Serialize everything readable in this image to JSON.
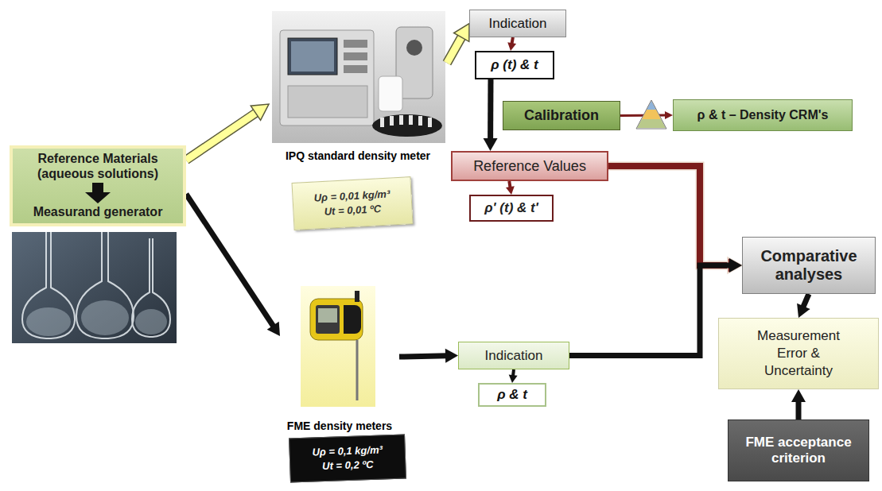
{
  "diagram": {
    "nodes": [
      {
        "text": [
          "Reference Materials (aqueous solutions)",
          "Measurand generator"
        ]
      },
      {
        "text": [
          "IPQ standard density meter"
        ]
      },
      {
        "text": [
          "Uρ = 0,01 kg/m³",
          "Ut = 0,01 ºC"
        ]
      },
      {
        "text": [
          "Indication"
        ]
      },
      {
        "text": [
          "ρ (t) & t"
        ]
      },
      {
        "text": [
          "Calibration"
        ]
      },
      {
        "text": [
          "ρ & t – Density CRM's"
        ]
      },
      {
        "text": [
          "Reference Values"
        ]
      },
      {
        "text": [
          "ρ' (t) & t'"
        ]
      },
      {
        "text": [
          "FME density meters"
        ]
      },
      {
        "text": [
          "Uρ = 0,1 kg/m³",
          "Ut = 0,2 ºC"
        ]
      },
      {
        "text": [
          "Indication"
        ]
      },
      {
        "text": [
          "ρ & t"
        ]
      },
      {
        "text": [
          "Comparative analyses"
        ]
      },
      {
        "text": [
          "Measurement Error & Uncertainty"
        ]
      },
      {
        "text": [
          "FME acceptance criterion"
        ]
      }
    ],
    "edges": [
      {
        "from": 0,
        "to": 1,
        "arrow": "to"
      },
      {
        "from": 0,
        "to": 9,
        "arrow": "to"
      },
      {
        "from": 1,
        "to": 3,
        "arrow": "to"
      },
      {
        "from": 3,
        "to": 4,
        "arrow": "to"
      },
      {
        "from": 4,
        "to": 7,
        "arrow": "to"
      },
      {
        "from": 5,
        "to": 6,
        "arrow": "to"
      },
      {
        "from": 7,
        "to": 8,
        "arrow": "to"
      },
      {
        "from": 7,
        "to": 13,
        "arrow": "to"
      },
      {
        "from": 9,
        "to": 11,
        "arrow": "to"
      },
      {
        "from": 11,
        "to": 12,
        "arrow": "to"
      },
      {
        "from": 11,
        "to": 13,
        "arrow": "to"
      },
      {
        "from": 13,
        "to": 14,
        "arrow": "to"
      },
      {
        "from": 15,
        "to": 14,
        "arrow": "to"
      }
    ]
  }
}
